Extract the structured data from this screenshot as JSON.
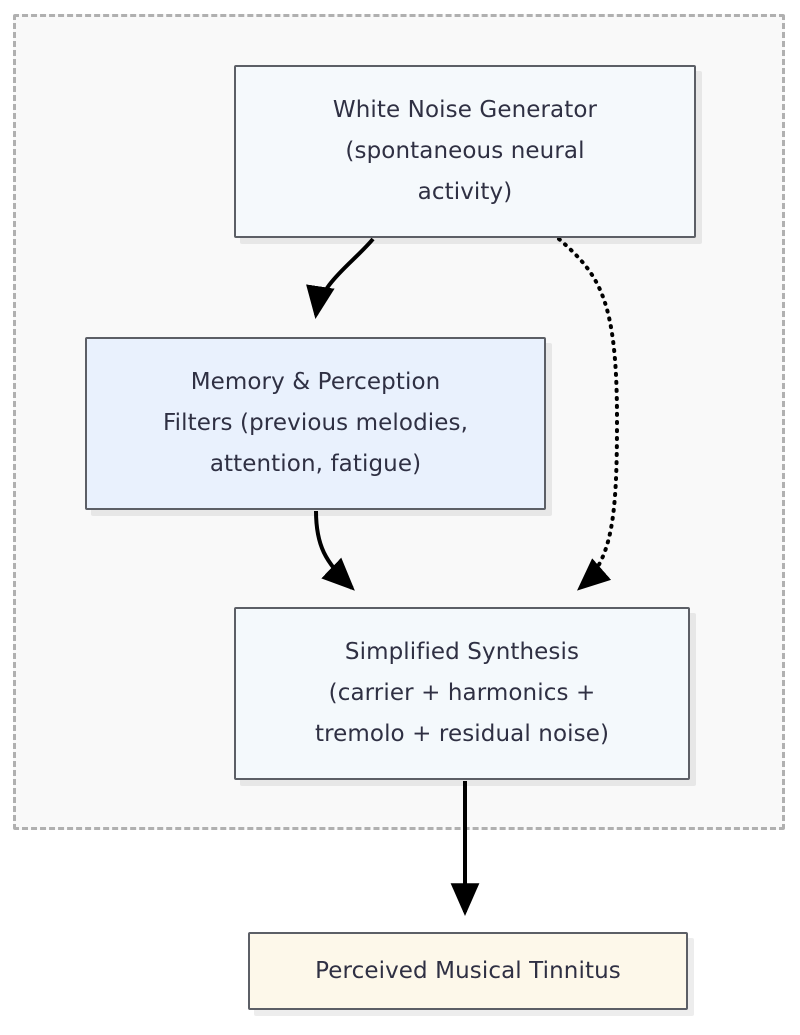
{
  "diagram": {
    "type": "flowchart",
    "direction": "top-to-bottom",
    "container": {
      "name": "tinnitus-model-group",
      "border_style": "dashed",
      "border_color": "#b0b0b0",
      "fill_color": "#f9f9f9",
      "label": ""
    },
    "nodes": [
      {
        "id": "noise",
        "label": "White Noise Generator\n(spontaneous neural\nactivity)",
        "fill_color": "#f5f9fc",
        "border_color": "#5c5f66",
        "text_color": "#2f3043"
      },
      {
        "id": "filters",
        "label": "Memory & Perception\nFilters (previous melodies,\nattention, fatigue)",
        "fill_color": "#e9f1fd",
        "border_color": "#5c5f66",
        "text_color": "#2f3043"
      },
      {
        "id": "synthesis",
        "label": "Simplified Synthesis\n(carrier + harmonics +\ntremolo + residual noise)",
        "fill_color": "#f4f9fc",
        "border_color": "#5c5f66",
        "text_color": "#2f3043"
      },
      {
        "id": "perceived",
        "label": "Perceived Musical Tinnitus",
        "fill_color": "#fdf8ea",
        "border_color": "#5c5f66",
        "text_color": "#2f3043"
      }
    ],
    "edges": [
      {
        "id": "noise-to-filters",
        "from": "noise",
        "to": "filters",
        "style": "solid",
        "arrowhead": "filled-triangle",
        "label": ""
      },
      {
        "id": "noise-to-synthesis",
        "from": "noise",
        "to": "synthesis",
        "style": "dotted",
        "arrowhead": "filled-triangle",
        "label": ""
      },
      {
        "id": "filters-to-synthesis",
        "from": "filters",
        "to": "synthesis",
        "style": "solid",
        "arrowhead": "filled-triangle",
        "label": ""
      },
      {
        "id": "synthesis-to-perceived",
        "from": "synthesis",
        "to": "perceived",
        "style": "solid",
        "arrowhead": "filled-triangle",
        "label": ""
      }
    ],
    "edge_color": "#000000"
  }
}
